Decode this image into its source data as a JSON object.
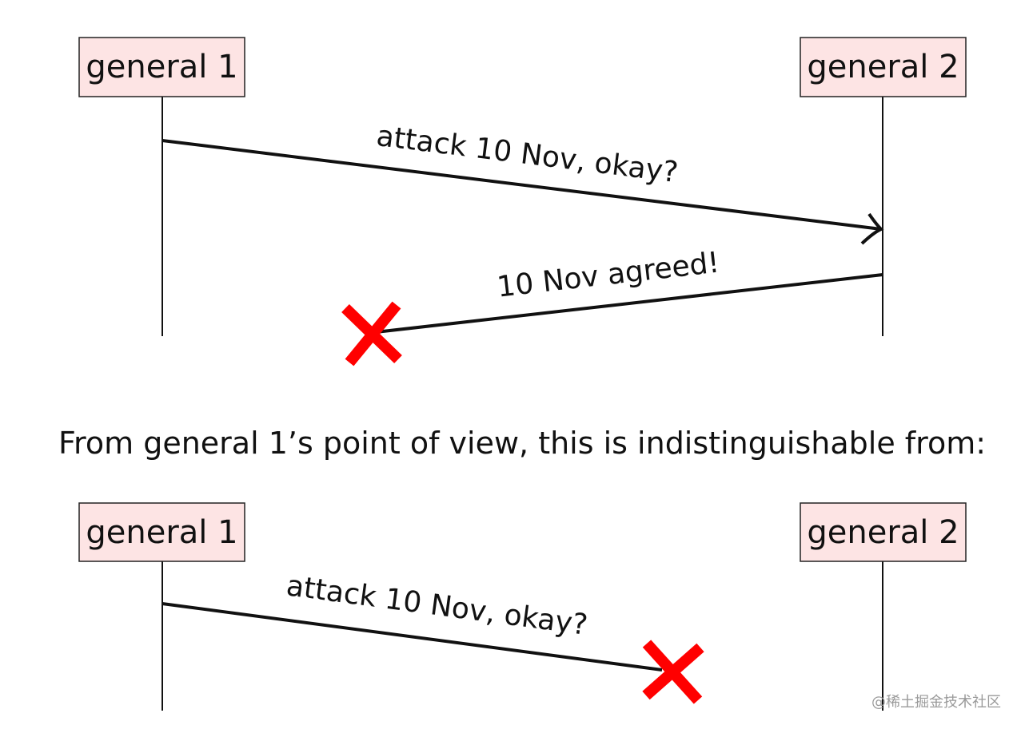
{
  "top_diagram": {
    "general_1_label": "general 1",
    "general_2_label": "general 2",
    "message_1_label": "attack 10 Nov, okay?",
    "message_2_label": "10 Nov agreed!"
  },
  "caption": "From general 1’s point of view, this is indistinguishable from:",
  "bottom_diagram": {
    "general_1_label": "general 1",
    "general_2_label": "general 2",
    "message_1_label": "attack 10 Nov, okay?"
  },
  "watermark": "@稀土掘金技术社区",
  "colors": {
    "node_fill": "#fde4e4",
    "lost_mark": "#ff0000"
  }
}
